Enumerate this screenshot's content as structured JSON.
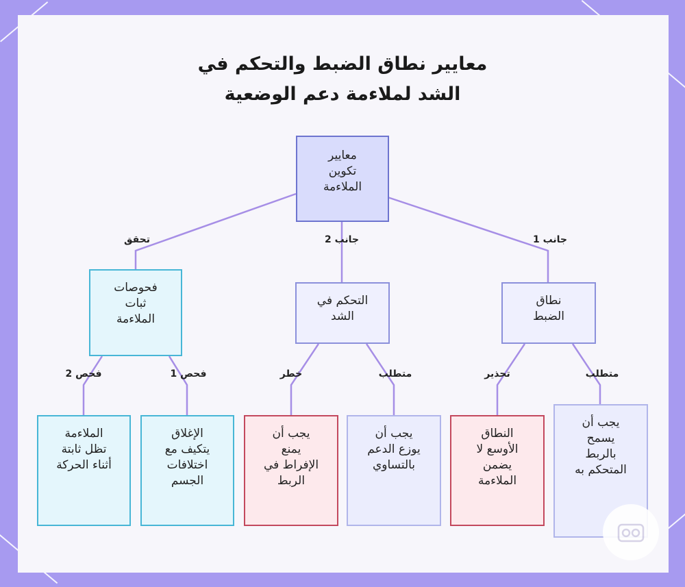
{
  "title_line1": "معايير نطاق الضبط والتحكم في",
  "title_line2": "الشد لملاءمة دعم الوضعية",
  "nodes": {
    "root": "معايير\nتكوين\nالملاءمة",
    "range": "نطاق\nالضبط",
    "tension": "التحكم في\nالشد",
    "checks": "فحوصات\nثبات\nالملاءمة",
    "range_req": "يجب أن\nيسمح\nبالربط\nالمتحكم به",
    "range_warn": "النطاق\nالأوسع لا\nيضمن\nالملاءمة",
    "tension_req": "يجب أن\nيوزع الدعم\nبالتساوي",
    "tension_risk": "يجب أن\nيمنع\nالإفراط في\nالربط",
    "check1": "الإغلاق\nيتكيف مع\nاختلافات\nالجسم",
    "check2": "الملاءمة\nتظل ثابتة\nأثناء الحركة"
  },
  "edge_labels": {
    "side1": "جانب 1",
    "side2": "جانب 2",
    "verify": "تحقق",
    "req1": "متطلب",
    "warn": "تحذير",
    "req2": "متطلب",
    "risk": "خطر",
    "check1": "فحص 1",
    "check2": "فحص 2"
  },
  "colors": {
    "background": "#a79af0",
    "edge": "#a68ee6",
    "root_fill": "#d9dcfc",
    "risk_border": "#c3485d",
    "check_border": "#47b6d6"
  },
  "icons": {
    "logo": "logo-icon"
  }
}
